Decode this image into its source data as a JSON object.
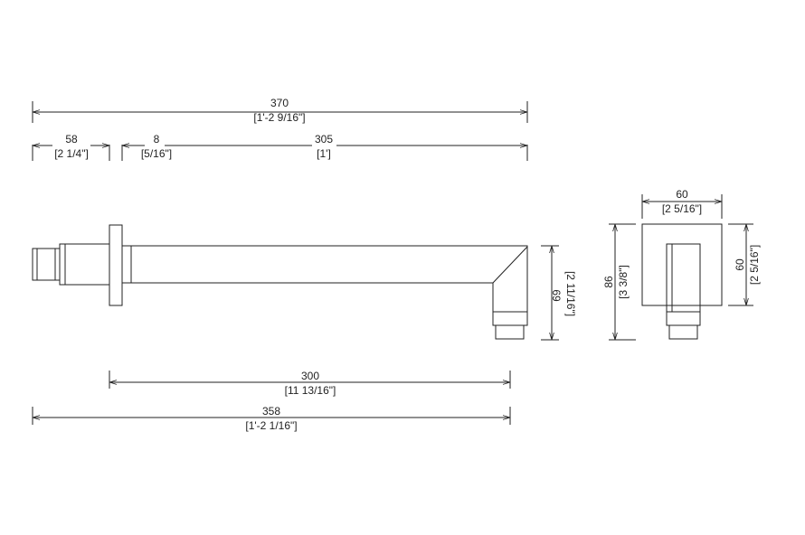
{
  "colors": {
    "line": "#222222",
    "background": "#ffffff"
  },
  "side_view": {
    "overall_length": {
      "mm": "370",
      "imperial": "[1'-2 9/16\"]"
    },
    "base_length": {
      "mm": "58",
      "imperial": "[2 1/4\"]"
    },
    "flange_thickness": {
      "mm": "8",
      "imperial": "[5/16\"]"
    },
    "arm_length": {
      "mm": "305",
      "imperial": "[1']"
    },
    "projection": {
      "mm": "300",
      "imperial": "[11 13/16\"]"
    },
    "total_projection": {
      "mm": "358",
      "imperial": "[1'-2 1/16\"]"
    },
    "outlet_height": {
      "mm": "69",
      "imperial": "[2 11/16\"]"
    }
  },
  "front_view": {
    "flange_width": {
      "mm": "60",
      "imperial": "[2 5/16\"]"
    },
    "flange_height": {
      "mm": "60",
      "imperial": "[2 5/16\"]"
    },
    "total_height": {
      "mm": "86",
      "imperial": "[3 3/8\"]"
    }
  }
}
